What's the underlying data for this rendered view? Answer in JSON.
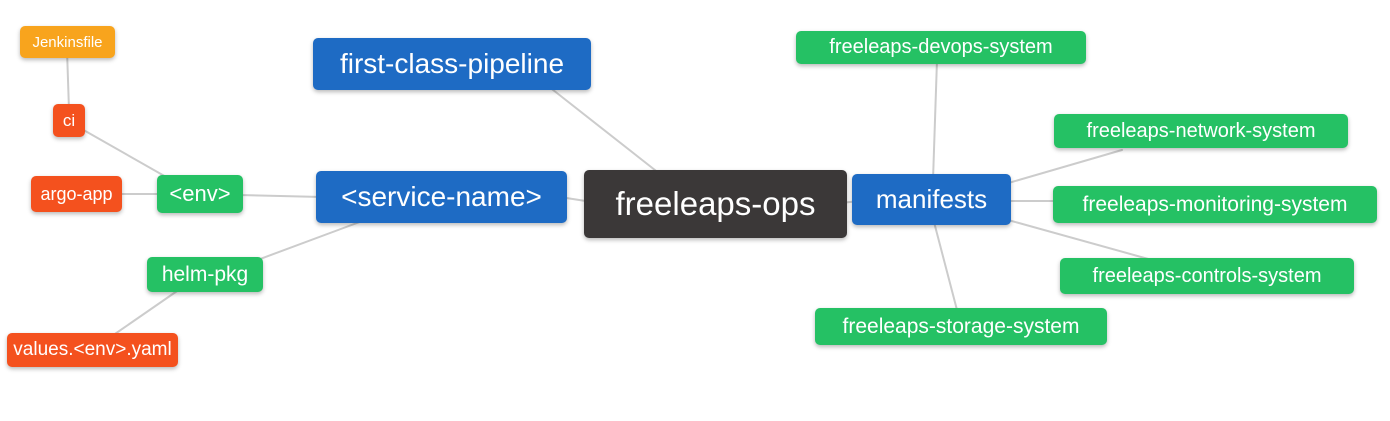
{
  "diagram": {
    "type": "mindmap",
    "root": "freeleaps-ops",
    "colors": {
      "blue": "#1E6BC4",
      "green": "#25C164",
      "orange": "#F8A41D",
      "red": "#F4511E",
      "dark": "#3B3838",
      "edge": "#CCCCCC",
      "background": "#FFFFFF",
      "node_text": "#FFFFFF"
    },
    "nodes": {
      "jenkinsfile": {
        "label": "Jenkinsfile",
        "color": "orange"
      },
      "ci": {
        "label": "ci",
        "color": "red"
      },
      "argo_app": {
        "label": "argo-app",
        "color": "red"
      },
      "env": {
        "label": "<env>",
        "color": "green"
      },
      "helm_pkg": {
        "label": "helm-pkg",
        "color": "green"
      },
      "values_yaml": {
        "label": "values.<env>.yaml",
        "color": "red"
      },
      "pipeline": {
        "label": "first-class-pipeline",
        "color": "blue"
      },
      "service_name": {
        "label": "<service-name>",
        "color": "blue"
      },
      "ops": {
        "label": "freeleaps-ops",
        "color": "dark"
      },
      "manifests": {
        "label": "manifests",
        "color": "blue"
      },
      "devops": {
        "label": "freeleaps-devops-system",
        "color": "green"
      },
      "network": {
        "label": "freeleaps-network-system",
        "color": "green"
      },
      "monitoring": {
        "label": "freeleaps-monitoring-system",
        "color": "green"
      },
      "controls": {
        "label": "freeleaps-controls-system",
        "color": "green"
      },
      "storage": {
        "label": "freeleaps-storage-system",
        "color": "green"
      }
    },
    "edges": [
      {
        "from": "jenkinsfile",
        "to": "ci"
      },
      {
        "from": "ci",
        "to": "env"
      },
      {
        "from": "argo_app",
        "to": "env"
      },
      {
        "from": "env",
        "to": "service_name"
      },
      {
        "from": "service_name",
        "to": "helm_pkg"
      },
      {
        "from": "helm_pkg",
        "to": "values_yaml"
      },
      {
        "from": "pipeline",
        "to": "ops"
      },
      {
        "from": "service_name",
        "to": "ops"
      },
      {
        "from": "ops",
        "to": "manifests"
      },
      {
        "from": "manifests",
        "to": "devops"
      },
      {
        "from": "manifests",
        "to": "network"
      },
      {
        "from": "manifests",
        "to": "monitoring"
      },
      {
        "from": "manifests",
        "to": "controls"
      },
      {
        "from": "manifests",
        "to": "storage"
      }
    ]
  }
}
